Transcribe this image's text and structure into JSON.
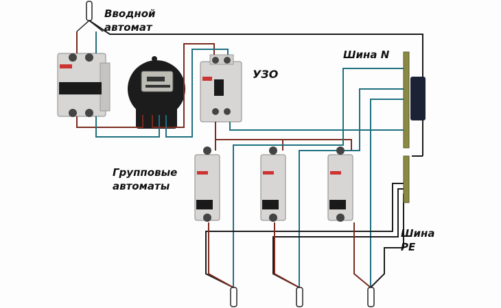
{
  "labels": {
    "input_breaker_line1": "Вводной",
    "input_breaker_line2": "автомат",
    "rcd": "УЗО",
    "neutral_bus": "Шина N",
    "group_breakers_line1": "Групповые",
    "group_breakers_line2": "автоматы",
    "pe_bus_line1": "Шина",
    "pe_bus_line2": "PE"
  },
  "colors": {
    "phase_wire": "#7a2a1e",
    "neutral_wire": "#1d6f7f",
    "ground_wire": "#1a1a1a",
    "breaker_body": "#d4d2d0",
    "meter_body": "#1c1c1c",
    "bus_bar": "#8a8a40"
  },
  "components": {
    "group_breaker_count": 3,
    "load_count": 3
  }
}
